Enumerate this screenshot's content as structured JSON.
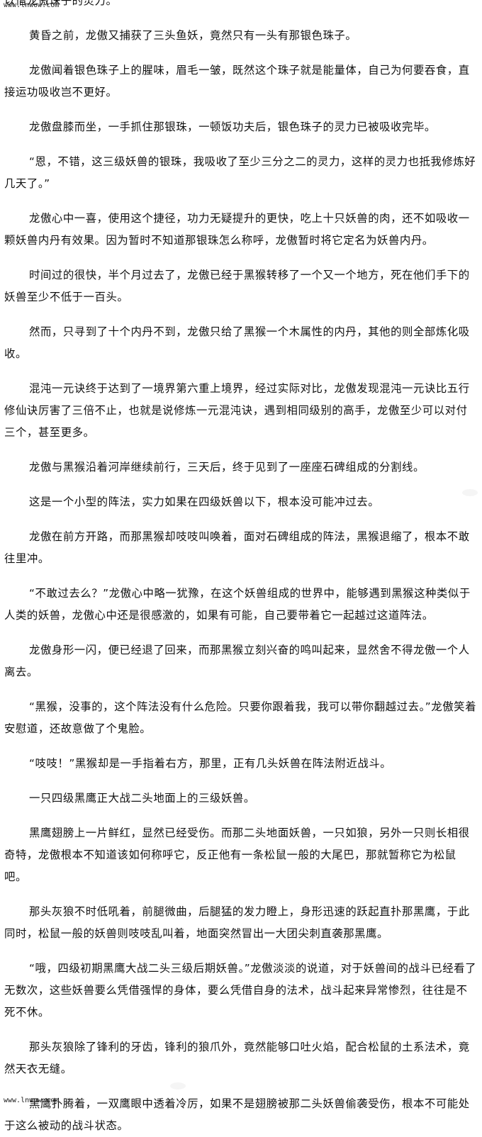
{
  "watermark": {
    "top": "www.lnwow.com",
    "bottom": "www.lnwow.com"
  },
  "paragraphs": [
    "以借龙傲珠子的灵力。",
    "黄昏之前，龙傲又捕获了三头鱼妖，竟然只有一头有那银色珠子。",
    "龙傲闻着银色珠子上的腥味，眉毛一皱，既然这个珠子就是能量体，自己为何要吞食，直接运功吸收岂不更好。",
    "龙傲盘膝而坐，一手抓住那银珠，一顿饭功夫后，银色珠子的灵力已被吸收完毕。",
    "“恩，不错，这三级妖兽的银珠，我吸收了至少三分之二的灵力，这样的灵力也抵我修炼好几天了。”",
    "龙傲心中一喜，使用这个捷径，功力无疑提升的更快，吃上十只妖兽的肉，还不如吸收一颗妖兽内丹有效果。因为暂时不知道那银珠怎么称呼，龙傲暂时将它定名为妖兽内丹。",
    "时间过的很快，半个月过去了，龙傲已经于黑猴转移了一个又一个地方，死在他们手下的妖兽至少不低于一百头。",
    "然而，只寻到了十个内丹不到，龙傲只给了黑猴一个木属性的内丹，其他的则全部炼化吸收。",
    "混沌一元诀终于达到了一境界第六重上境界，经过实际对比，龙傲发现混沌一元诀比五行修仙诀厉害了三倍不止，也就是说修炼一元混沌诀，遇到相同级别的高手，龙傲至少可以对付三个，甚至更多。",
    "龙傲与黑猴沿着河岸继续前行，三天后，终于见到了一座座石碑组成的分割线。",
    "这是一个小型的阵法，实力如果在四级妖兽以下，根本没可能冲过去。",
    "龙傲在前方开路，而那黑猴却吱吱叫唤着，面对石碑组成的阵法，黑猴退缩了，根本不敢往里冲。",
    "“不敢过去么？”龙傲心中略一犹豫，在这个妖兽组成的世界中，能够遇到黑猴这种类似于人类的妖兽，龙傲心中还是很感激的，如果有可能，自己要带着它一起越过这道阵法。",
    "龙傲身形一闪，便已经退了回来，而那黑猴立刻兴奋的鸣叫起来，显然舍不得龙傲一个人离去。",
    "“黑猴，没事的，这个阵法没有什么危险。只要你跟着我，我可以带你翻越过去。”龙傲笑着安慰道，还故意做了个鬼脸。",
    "“吱吱！”黑猴却是一手指着右方，那里，正有几头妖兽在阵法附近战斗。",
    "一只四级黑鹰正大战二头地面上的三级妖兽。",
    "黑鹰翅膀上一片鲜红，显然已经受伤。而那二头地面妖兽，一只如狼，另外一只则长相很奇特，龙傲根本不知道该如何称呼它，反正他有一条松鼠一般的大尾巴，那就暂称它为松鼠吧。",
    "那头灰狼不时低吼着，前腿微曲，后腿猛的发力瞪上，身形迅速的跃起直扑那黑鹰，于此同时，松鼠一般的妖兽则吱吱乱叫着，地面突然冒出一大团尖刺直袭那黑鹰。",
    "“哦，四级初期黑鹰大战二头三级后期妖兽。”龙傲淡淡的说道，对于妖兽间的战斗已经看了无数次，这些妖兽要么凭借强悍的身体，要么凭借自身的法术，战斗起来异常惨烈，往往是不死不休。",
    "那头灰狼除了锋利的牙齿，锋利的狼爪外，竟然能够口吐火焰，配合松鼠的土系法术，竟然天衣无缝。",
    "黑鹰扑腾着，一双鹰眼中透着冷厉，如果不是翅膀被那二头妖兽偷袭受伤，根本不可能处于这么被动的战斗状态。"
  ]
}
